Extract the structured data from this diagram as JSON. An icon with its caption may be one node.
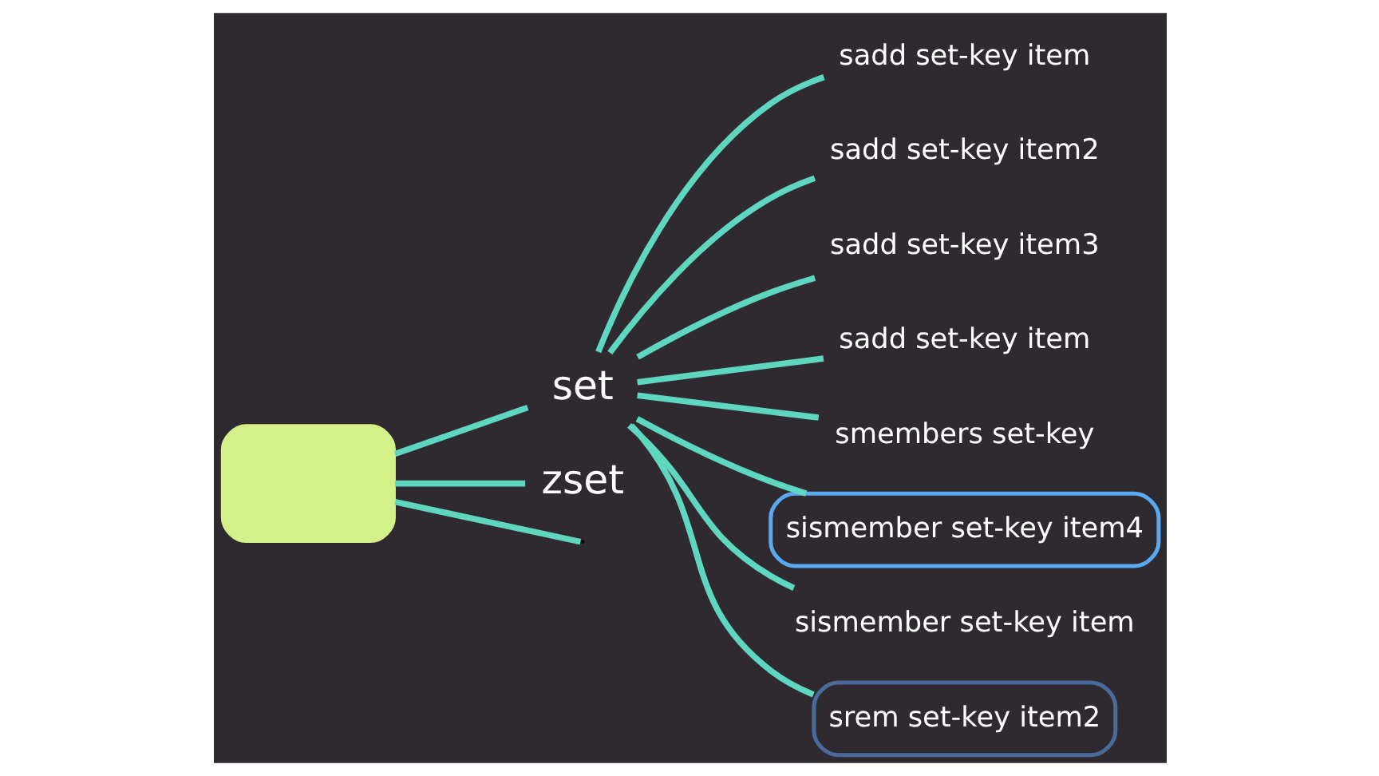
{
  "diagram": {
    "nodes": [
      {
        "text": [],
        "shape": "box"
      },
      {
        "text": [
          "set"
        ]
      },
      {
        "text": [
          "sadd set-key item"
        ]
      },
      {
        "text": [
          "sadd set-key item2"
        ]
      },
      {
        "text": [
          "sadd set-key item3"
        ]
      },
      {
        "text": [
          "sadd set-key item"
        ]
      },
      {
        "text": [
          "smembers set-key"
        ]
      },
      {
        "text": [
          "sismember set-key item4"
        ]
      },
      {
        "text": [
          "sismember set-key item"
        ]
      },
      {
        "text": [
          "srem set-key item2"
        ]
      },
      {
        "text": [
          "zset"
        ]
      }
    ],
    "edges": [
      {
        "from": 0,
        "to": null,
        "arrow": "none"
      },
      {
        "from": 0,
        "to": 1,
        "arrow": "none"
      },
      {
        "from": 1,
        "to": 2,
        "arrow": "none"
      },
      {
        "from": 1,
        "to": 3,
        "arrow": "none"
      },
      {
        "from": 1,
        "to": 4,
        "arrow": "none"
      },
      {
        "from": 1,
        "to": 5,
        "arrow": "none"
      },
      {
        "from": 1,
        "to": 6,
        "arrow": "none"
      },
      {
        "from": 1,
        "to": 7,
        "arrow": "none"
      },
      {
        "from": 1,
        "to": 8,
        "arrow": "none"
      },
      {
        "from": 1,
        "to": 9,
        "arrow": "none"
      },
      {
        "from": 0,
        "to": 10,
        "arrow": "none"
      }
    ]
  }
}
